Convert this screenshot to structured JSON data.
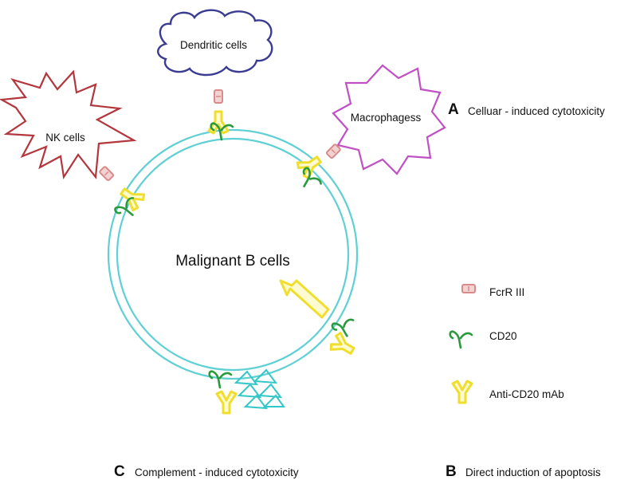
{
  "diagram": {
    "center_label": "Malignant  B  cells",
    "cells": {
      "dendritic": "Dendritic cells",
      "nk": "NK cells",
      "macrophage": "Macrophagess"
    },
    "mechanisms": {
      "a_letter": "A",
      "a_label": "Celluar - induced cytotoxicity",
      "b_letter": "B",
      "b_label": "Direct induction of apoptosis",
      "c_letter": "C",
      "c_label": "Complement - induced cytotoxicity"
    },
    "legend": {
      "fcr": "FcrR  III",
      "cd20": "CD20",
      "mab": "Anti-CD20  mAb"
    },
    "colors": {
      "membrane": "#5fd0d4",
      "dendritic_outline": "#3a3c92",
      "nk_outline": "#b3363c",
      "macrophage_outline": "#c050c4",
      "cd20": "#2a9a3c",
      "antibody": "#f3e43f",
      "fc_receptor": "#d98a8a",
      "complement": "#33c7c9"
    }
  }
}
